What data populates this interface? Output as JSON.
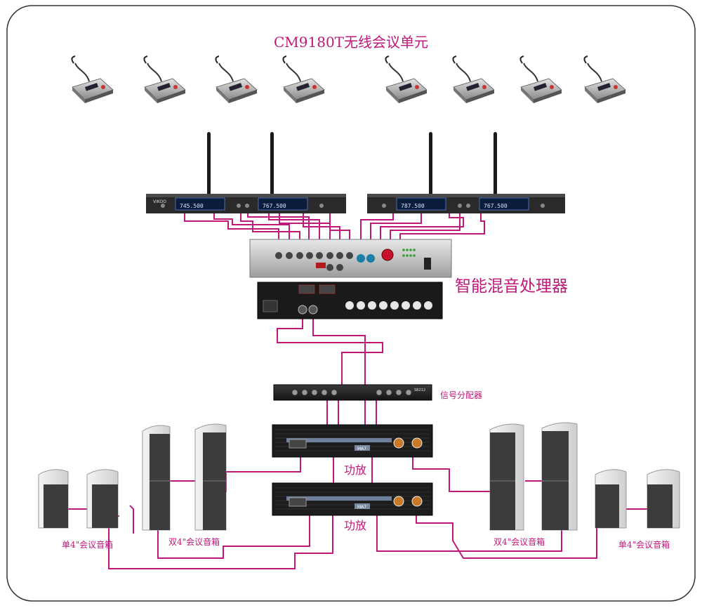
{
  "title": "CM9180T无线会议单元",
  "labels": {
    "mixer": "智能混音处理器",
    "splitter": "信号分配器",
    "amp_1": "功放",
    "amp_2": "功放",
    "speaker_single_left": "单4\"会议音箱",
    "speaker_double_left": "双4\"会议音箱",
    "speaker_double_right": "双4\"会议音箱",
    "speaker_single_right": "单4\"会议音箱"
  },
  "device_text": {
    "receiver_brand": "VIKOO",
    "receiver_display_a": "745.500",
    "receiver_display_b": "767.500",
    "receiver_display_c": "787.500",
    "receiver_display_d": "767.500",
    "amp_model": "MA7",
    "splitter_model": "SB212"
  },
  "colors": {
    "title_text": "#c0187a",
    "cable": "#c0187a",
    "frame": "#333333",
    "device_dark": "#1c1c1c",
    "device_silver": "#bfbfbf"
  }
}
